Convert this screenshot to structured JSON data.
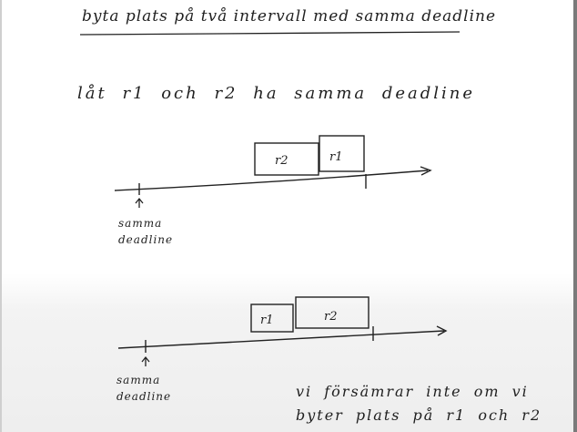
{
  "title": "byta plats på två intervall med samma deadline",
  "intro": "låt r1 och r2 ha samma deadline",
  "diagram_top": {
    "box_left": "r2",
    "box_right": "r1",
    "deadline_label": "samma deadline"
  },
  "diagram_bottom": {
    "box_left": "r1",
    "box_right": "r2",
    "deadline_label": "samma deadline"
  },
  "conclusion": {
    "line1": "vi försämrar inte om vi",
    "line2": "byter plats på r1 och r2"
  }
}
